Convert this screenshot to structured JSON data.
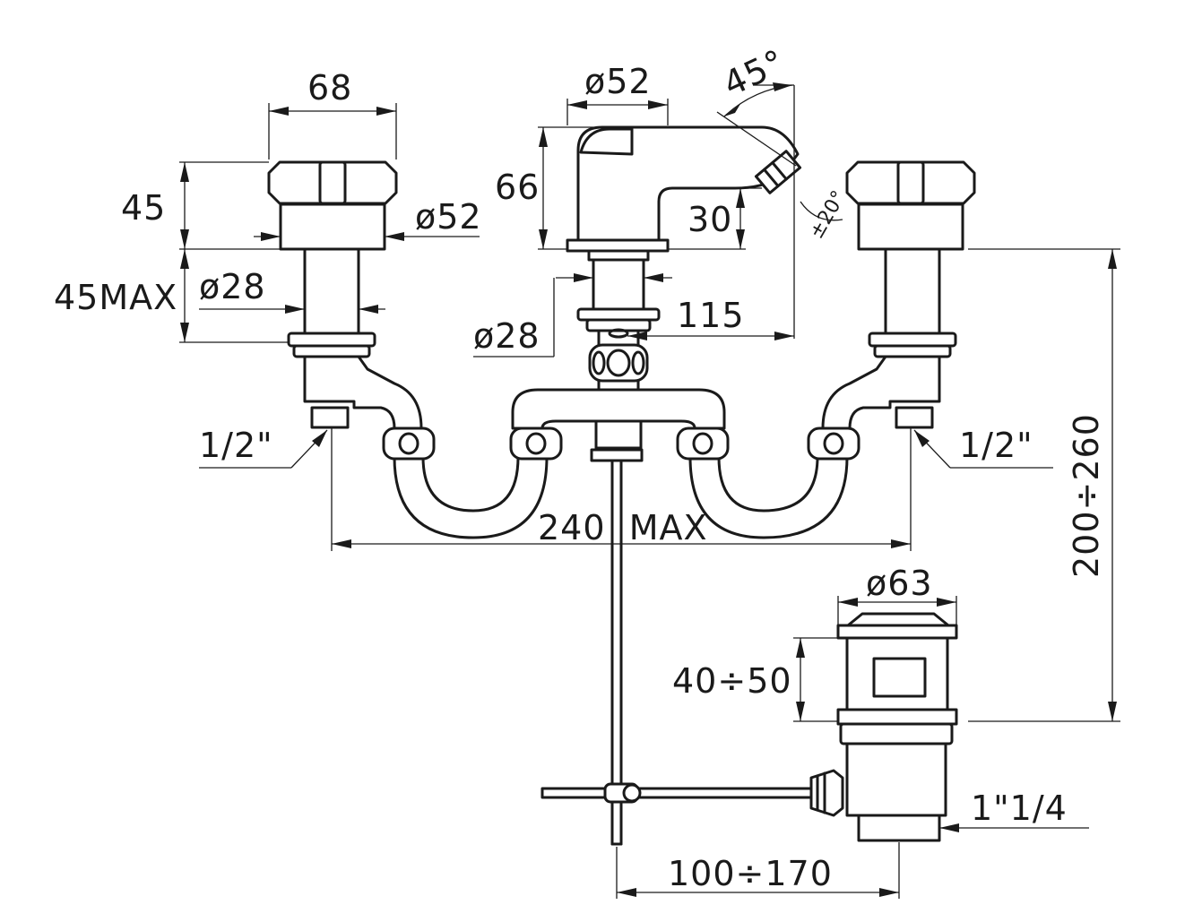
{
  "dimensions": {
    "handle_width": "68",
    "handle_height": "45",
    "handle_base_dia": "ø52",
    "handle_shank_max": "45MAX",
    "handle_shank_dia": "ø28",
    "spout_dia": "ø52",
    "spout_height": "66",
    "spout_tilt_angle": "45°",
    "nozzle_swivel": "±20°",
    "spout_nozzle_height": "30",
    "spout_shank_dia": "ø28",
    "spout_reach": "115",
    "inlet_left": "1/2\"",
    "inlet_right": "1/2\"",
    "inlet_spread": "240  MAX",
    "overall_height": "200÷260",
    "waste_dia": "ø63",
    "waste_height": "40÷50",
    "waste_thread": "1\"1/4",
    "rod_reach": "100÷170"
  }
}
